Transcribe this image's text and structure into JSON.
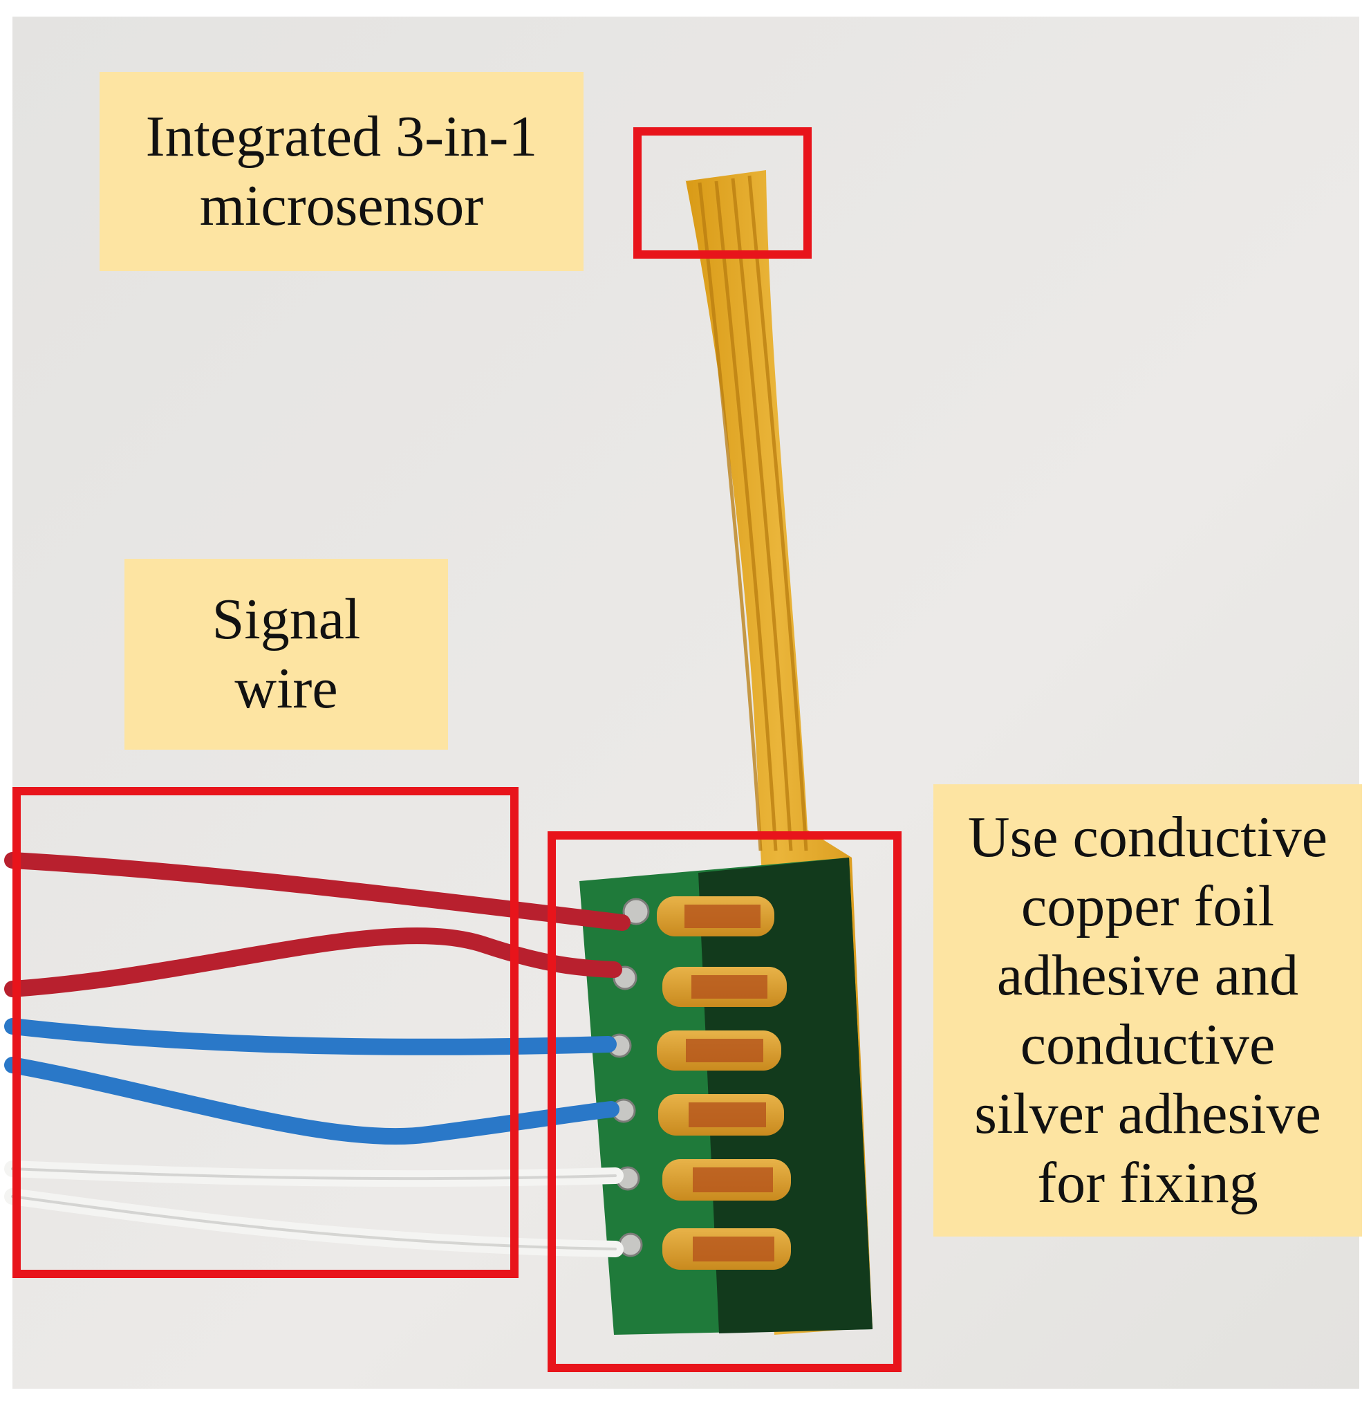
{
  "figure": {
    "labels": {
      "microsensor": [
        "Integrated 3-in-1",
        "microsensor"
      ],
      "signal_wire": [
        "Signal",
        "wire"
      ],
      "fixing": [
        "Use conductive",
        "copper foil",
        "adhesive and",
        "conductive",
        "silver adhesive",
        "for fixing"
      ]
    },
    "colors": {
      "background": "#e9e8e6",
      "label_fill": "#fde4a2",
      "highlight_border": "#e8141b",
      "polyimide_tape": "#e2a21c",
      "pcb_green": "#1f7a3a",
      "pcb_dark": "#123a1c",
      "wire_red": "#b8202e",
      "wire_blue": "#2a78c8",
      "wire_white": "#f4f4f2"
    }
  }
}
